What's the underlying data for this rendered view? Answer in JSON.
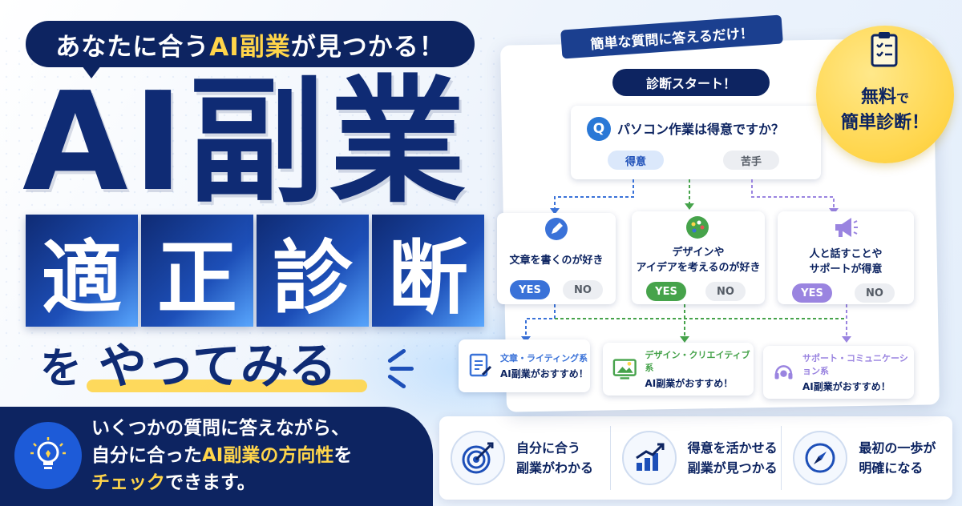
{
  "headline": {
    "bubble_pre": "あなたに合う",
    "bubble_hl": "AI副業",
    "bubble_post": "が見つかる！",
    "title": "AI副業",
    "tiles": [
      "適",
      "正",
      "診",
      "断"
    ],
    "sub_small": "を",
    "sub_main": "やってみる"
  },
  "info": {
    "line1": "いくつかの質問に答えながら、",
    "line2_pre": "自分に合った",
    "line2_hl": "AI副業の方向性",
    "line2_post": "を",
    "line3_hl": "チェック",
    "line3_post": "できます。",
    "icon": "lightbulb-icon"
  },
  "benefits": [
    {
      "line1": "自分に合う",
      "line2": "副業がわかる",
      "icon": "target-icon"
    },
    {
      "line1": "得意を活かせる",
      "line2": "副業が見つかる",
      "icon": "growth-chart-icon"
    },
    {
      "line1": "最初の一歩が",
      "line2": "明確になる",
      "icon": "compass-icon"
    }
  ],
  "flow": {
    "ribbon": "簡単な質問に答えるだけ！",
    "start": "診断スタート！",
    "q_mark": "Q",
    "question": "パソコン作業は得意ですか？",
    "answer_good": "得意",
    "answer_bad": "苦手",
    "options": [
      {
        "line1": "文章を書くのが好き",
        "line2": "",
        "yes": "YES",
        "no": "NO",
        "icon": "pen-icon"
      },
      {
        "line1": "デザインや",
        "line2": "アイデアを考えるのが好き",
        "yes": "YES",
        "no": "NO",
        "icon": "palette-icon"
      },
      {
        "line1": "人と話すことや",
        "line2": "サポートが得意",
        "yes": "YES",
        "no": "NO",
        "icon": "megaphone-icon"
      }
    ],
    "results": [
      {
        "category": "文章・ライティング系",
        "sub": "AI副業がおすすめ！",
        "icon": "document-icon"
      },
      {
        "category": "デザイン・クリエイティブ系",
        "sub": "AI副業がおすすめ！",
        "icon": "image-icon"
      },
      {
        "category": "サポート・コミュニケーション系",
        "sub": "AI副業がおすすめ！",
        "icon": "headset-icon"
      }
    ]
  },
  "badge": {
    "free": "無料",
    "de": "で",
    "line2": "簡単診断！",
    "icon": "clipboard-icon"
  },
  "colors": {
    "navy": "#0d2461",
    "blue": "#1d4fb8",
    "yellow": "#ffd54a",
    "green": "#46a34b",
    "purple": "#9a84e0"
  }
}
